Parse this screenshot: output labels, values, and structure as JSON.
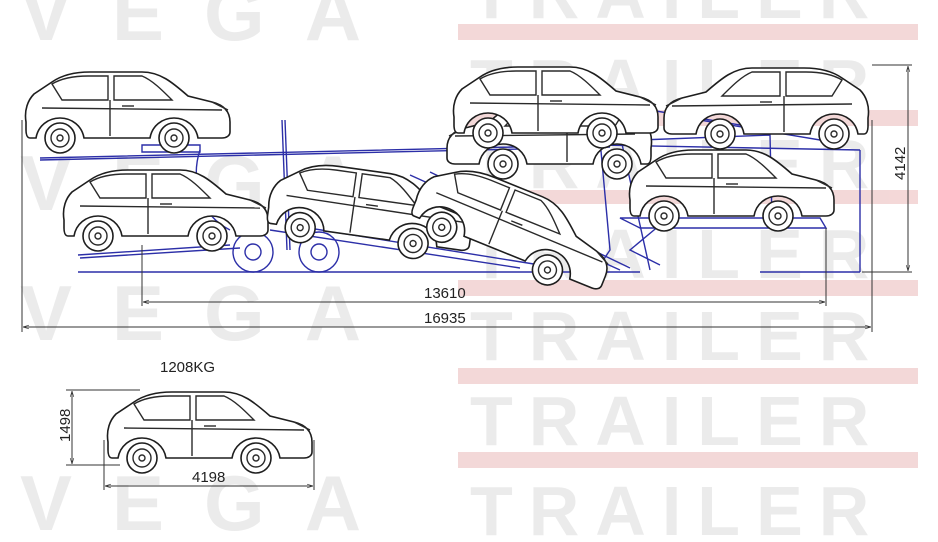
{
  "watermark": {
    "word_top": "VEGA",
    "word_right": "TRAILER",
    "color": "#c9c9c9",
    "stripe_color": "#e6a9a9"
  },
  "dimensions": {
    "trailer_length": "13610",
    "overall_length": "16935",
    "overall_height": "4142",
    "car_weight": "1208KG",
    "car_height": "1498",
    "car_length": "4198"
  },
  "colors": {
    "trailer_line": "#2c2fa8",
    "car_outline": "#1e1e1e"
  }
}
